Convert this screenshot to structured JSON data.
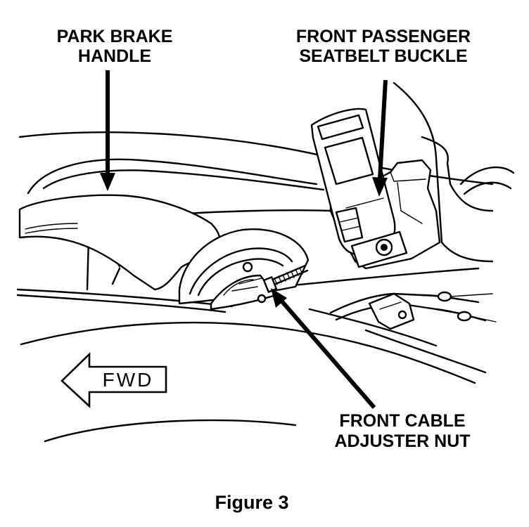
{
  "figure": {
    "caption": "Figure 3",
    "labels": {
      "park_brake_handle": [
        "PARK BRAKE",
        "HANDLE"
      ],
      "front_passenger_seatbelt_buckle": [
        "FRONT PASSENGER",
        "SEATBELT BUCKLE"
      ],
      "front_cable_adjuster_nut": [
        "FRONT CABLE",
        "ADJUSTER NUT"
      ]
    },
    "direction_indicator": "FWD"
  },
  "colors": {
    "line": "#000000",
    "background": "#ffffff"
  }
}
